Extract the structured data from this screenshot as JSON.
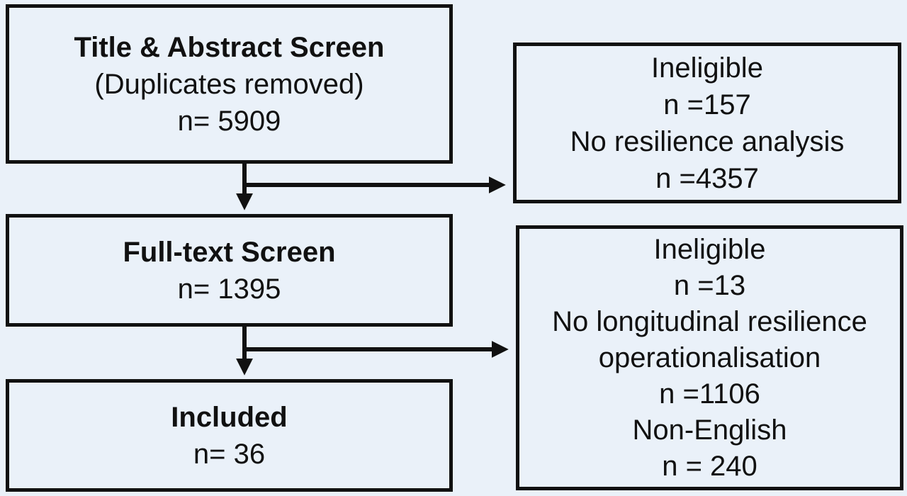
{
  "boxes": {
    "title_abstract": {
      "title": "Title & Abstract Screen",
      "subtitle": "(Duplicates removed)",
      "count": "n= 5909"
    },
    "fulltext": {
      "title": "Full-text Screen",
      "count": "n= 1395"
    },
    "included": {
      "title": "Included",
      "count": "n= 36"
    },
    "excluded_1": {
      "lines": [
        "Ineligible",
        "n =157",
        "No resilience analysis",
        "n =4357"
      ]
    },
    "excluded_2": {
      "lines": [
        "Ineligible",
        "n =13",
        "No longitudinal resilience",
        "operationalisation",
        "n =1106",
        "Non-English",
        "n = 240"
      ]
    }
  },
  "colors": {
    "background": "#eaf1f9",
    "stroke": "#111111"
  }
}
